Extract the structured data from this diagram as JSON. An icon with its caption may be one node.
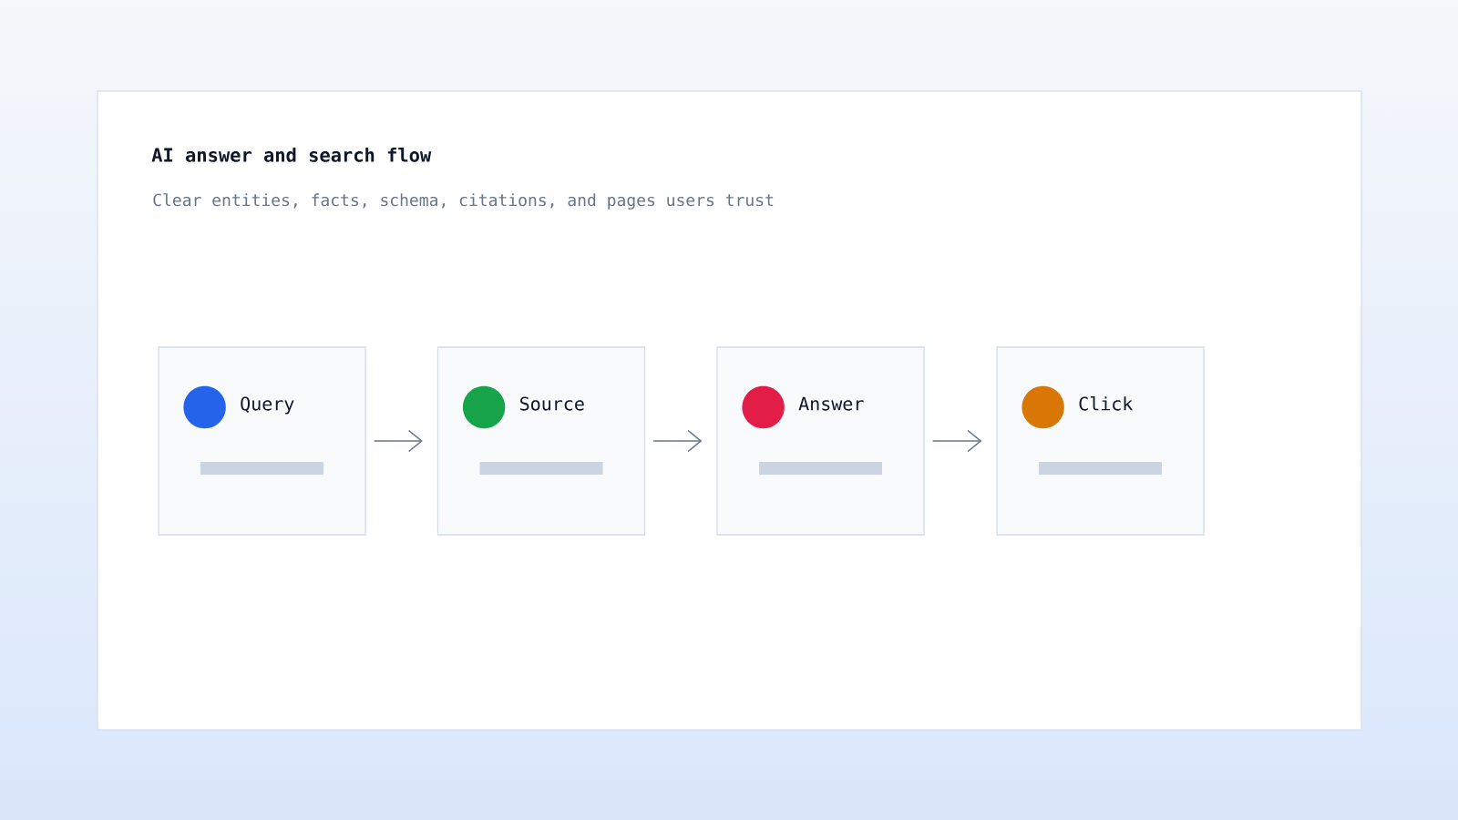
{
  "diagram": {
    "title": "AI answer and search flow",
    "nodes": [
      {
        "text": [
          "Query"
        ]
      },
      {
        "text": [
          "Source"
        ]
      },
      {
        "text": [
          "Answer"
        ]
      },
      {
        "text": [
          "Click"
        ]
      }
    ],
    "edges": [
      {
        "from": 0,
        "to": 1,
        "arrow": "to"
      },
      {
        "from": 1,
        "to": 2,
        "arrow": "to"
      },
      {
        "from": 2,
        "to": 3,
        "arrow": "to"
      }
    ],
    "labels": [
      "Clear entities, facts, schema, citations, and pages users trust"
    ]
  }
}
